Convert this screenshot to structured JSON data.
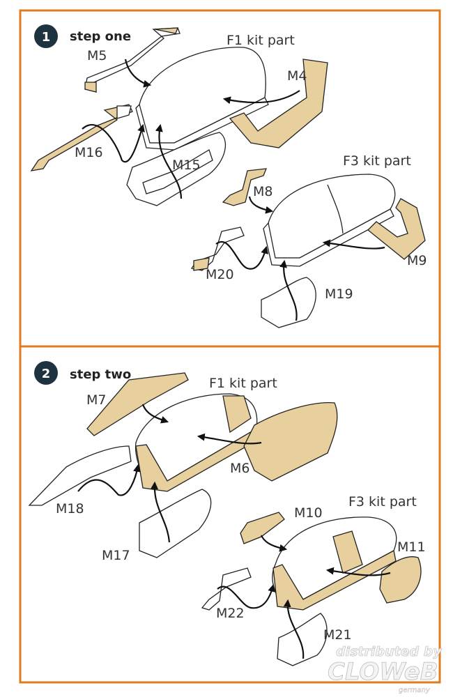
{
  "colors": {
    "border": "#e07b20",
    "badge": "#1e3340",
    "tan": "#e8cf9e"
  },
  "step1": {
    "number": "1",
    "title": "step one",
    "f1": "F1 kit part",
    "f3": "F3 kit part",
    "labels": {
      "m5": "M5",
      "m4": "M4",
      "m16": "M16",
      "m15": "M15",
      "m8": "M8",
      "m9": "M9",
      "m20": "M20",
      "m19": "M19"
    }
  },
  "step2": {
    "number": "2",
    "title": "step two",
    "f1": "F1 kit part",
    "f3": "F3 kit part",
    "labels": {
      "m7": "M7",
      "m6": "M6",
      "m18": "M18",
      "m17": "M17",
      "m10": "M10",
      "m11": "M11",
      "m22": "M22",
      "m21": "M21"
    }
  },
  "watermark": {
    "line1": "distributed by",
    "line2": "CLOWeB",
    "line3": "germany"
  }
}
